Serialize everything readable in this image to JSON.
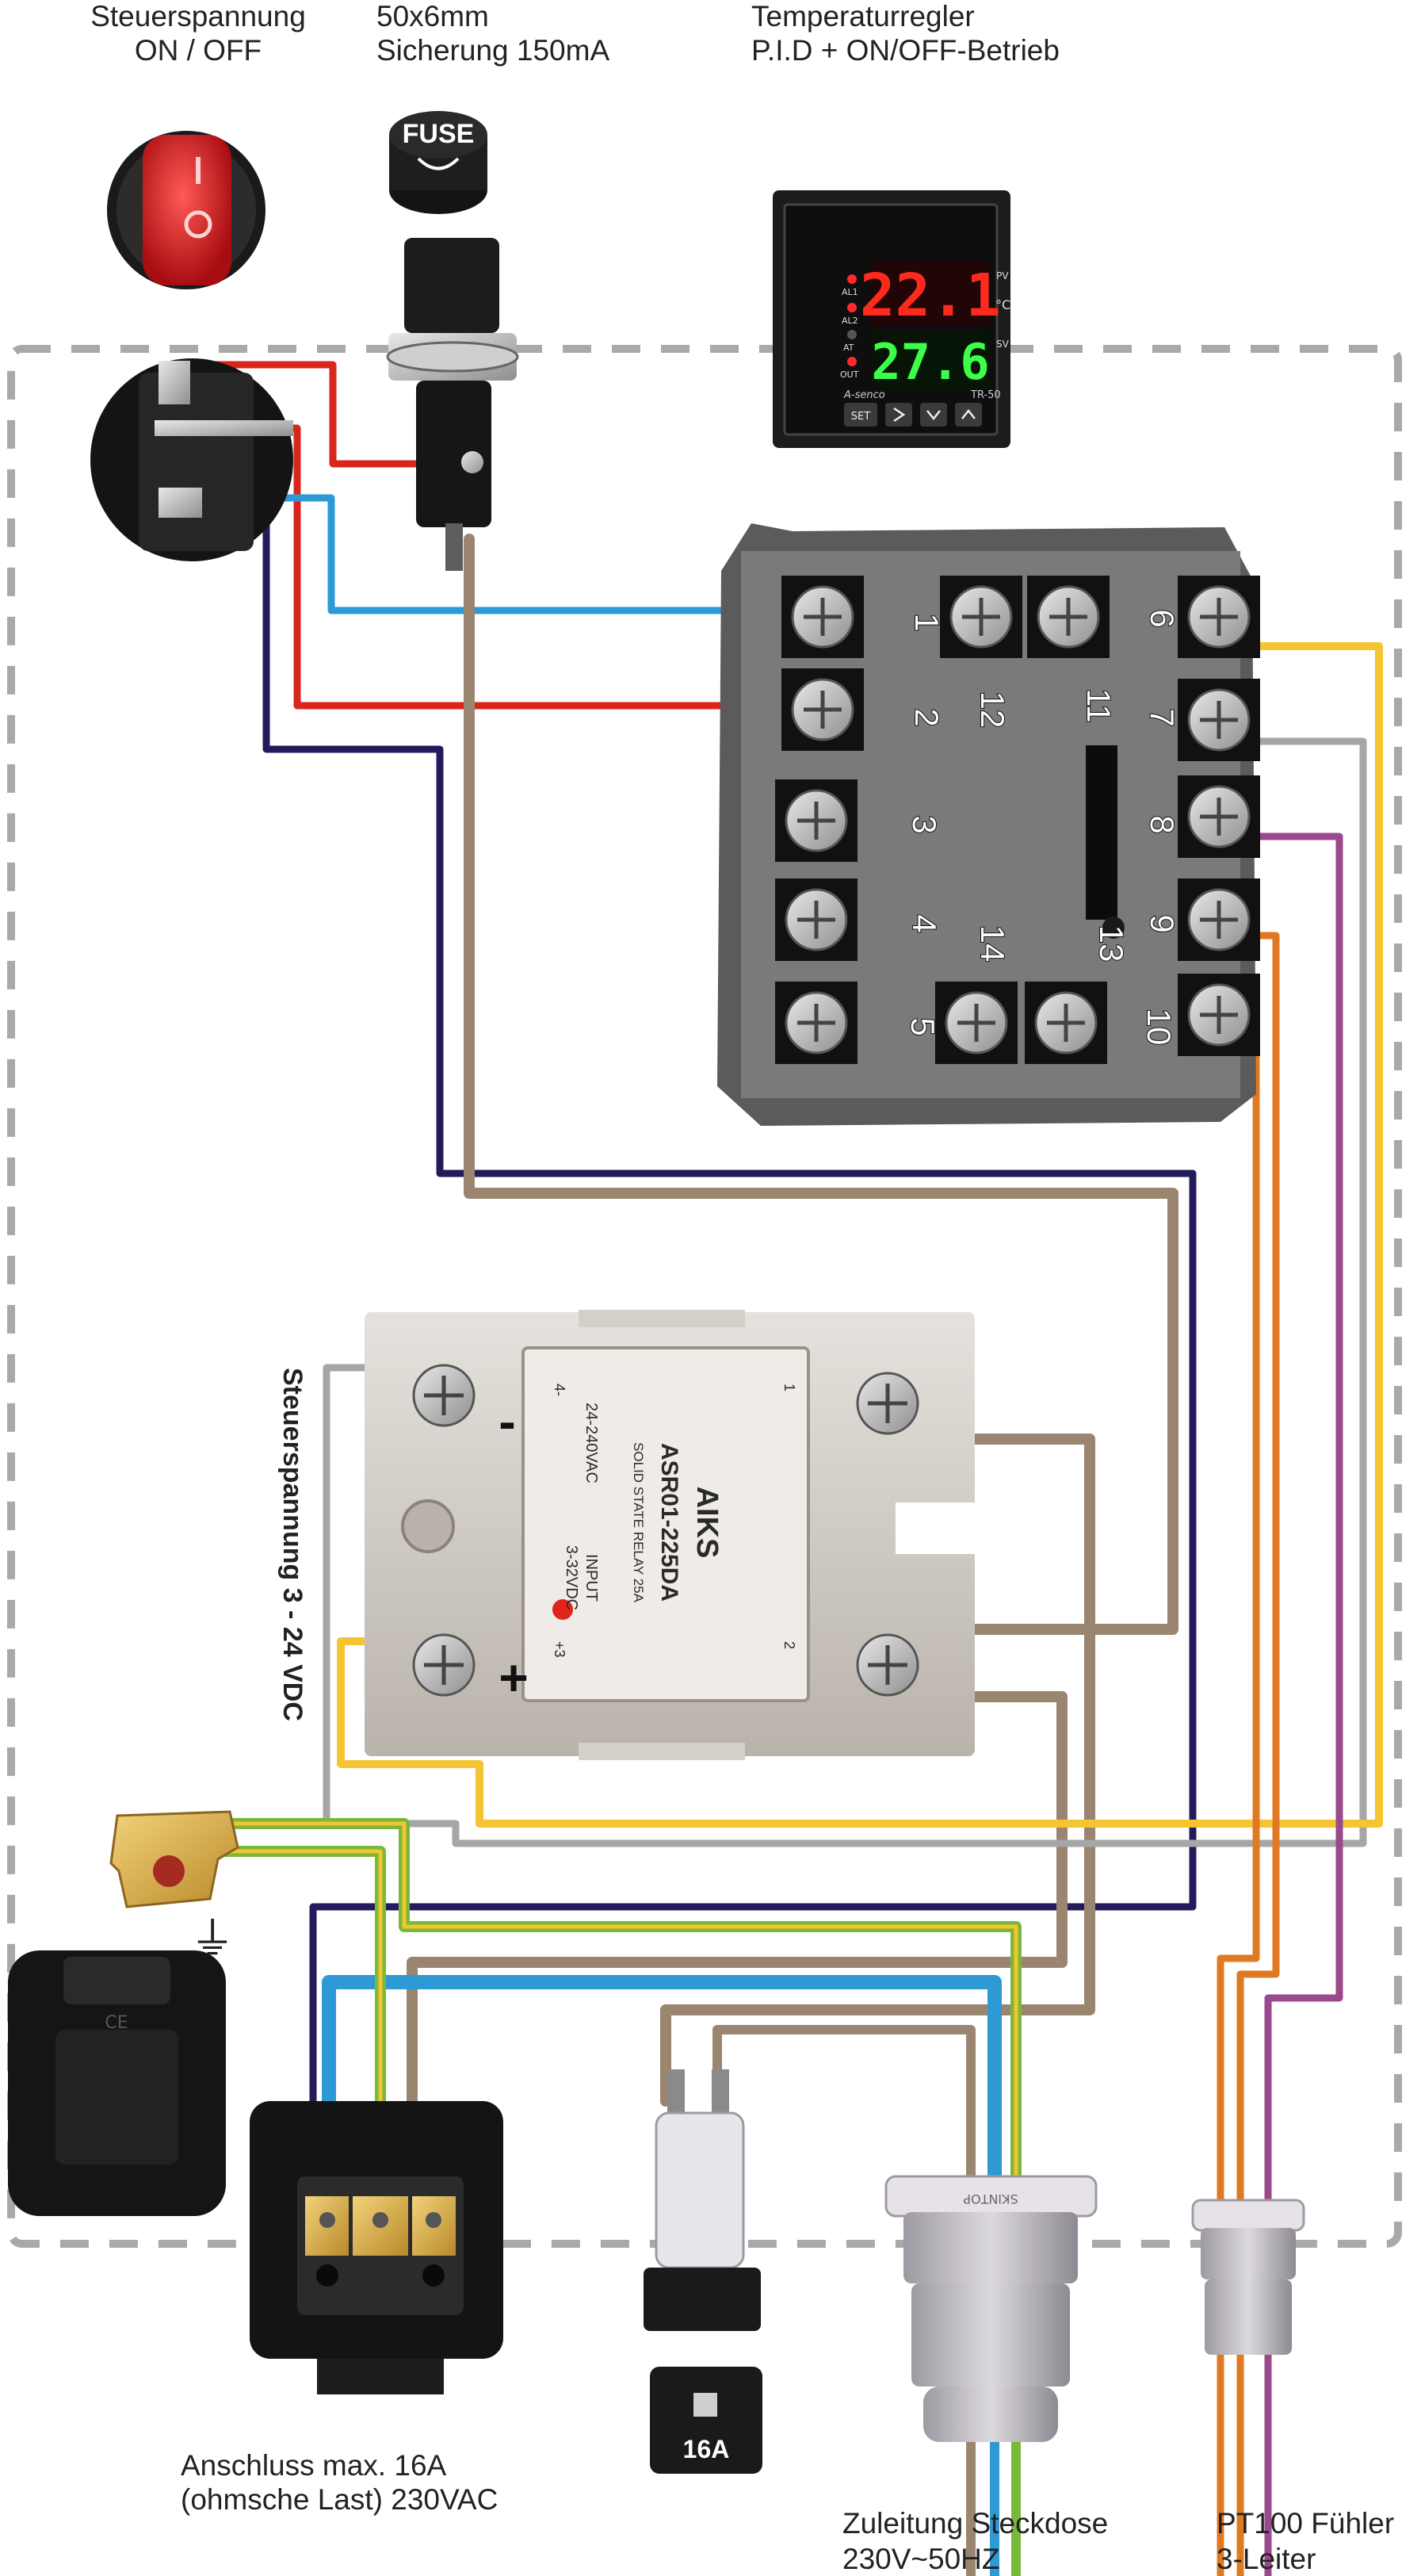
{
  "labels": {
    "switch_line1": "Steuerspannung",
    "switch_line2": "ON / OFF",
    "fuse_line1": "50x6mm",
    "fuse_line2": "Sicherung 150mA",
    "controller_line1": "Temperaturregler",
    "controller_line2": "P.I.D + ON/OFF-Betrieb",
    "ssr_side": "Steuerspannung 3 - 24 VDC",
    "socket_line1": "Anschluss max. 16A",
    "socket_line2": "(ohmsche Last) 230VAC",
    "supply_line1": "Zuleitung Steckdose",
    "supply_line2": "230V~50HZ",
    "sensor_line1": "PT100 Fühler",
    "sensor_line2": "3-Leiter"
  },
  "fuse_cap": "FUSE",
  "controller": {
    "pv": "22.1",
    "sv": "27.6",
    "unit": "°C",
    "pv_tag": "PV",
    "sv_tag": "SV",
    "indicators": [
      "AL1",
      "AL2",
      "AT",
      "OUT"
    ],
    "set_key": "SET",
    "model": "TR-50",
    "brand": "A-senco"
  },
  "terminals": [
    "1",
    "2",
    "3",
    "4",
    "5",
    "6",
    "7",
    "8",
    "9",
    "10",
    "11",
    "12",
    "13",
    "14"
  ],
  "ssr": {
    "brand": "AIKS",
    "model": "ASR01-225DA",
    "type": "SOLID STATE RELAY  25A",
    "input_label": "INPUT",
    "input_range": "3-32VDC",
    "load_range": "24-240VAC",
    "pin_minus": "4-",
    "pin_plus": "+3",
    "pin_1": "1",
    "pin_2": "2",
    "minus": "-",
    "plus": "+"
  },
  "breaker_rating": "16A",
  "gland_text": "SKINTOP",
  "ce_mark": "CE",
  "earth_symbol": "⏚",
  "colors": {
    "red": "#d9261c",
    "blue": "#2d9ad6",
    "navy": "#221c5c",
    "brown": "#9a8570",
    "yellow": "#f2c531",
    "gray": "#a6a6a6",
    "purple": "#9a4a8c",
    "orange": "#e07a22",
    "green_yellow": "#7ab83a",
    "dashed": "#a9a9a9"
  }
}
